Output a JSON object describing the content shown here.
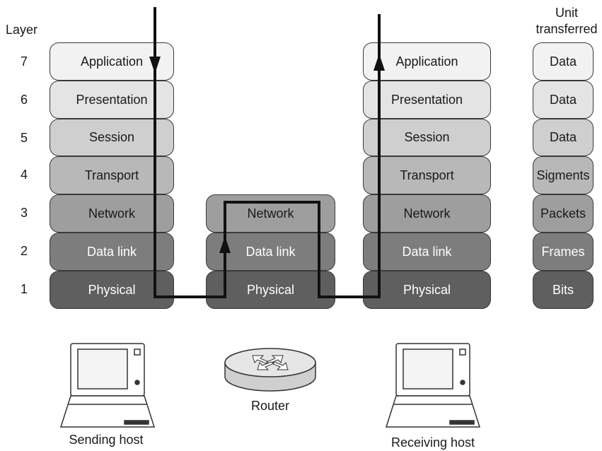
{
  "header": {
    "layer_label": "Layer",
    "unit_label_line1": "Unit",
    "unit_label_line2": "transferred"
  },
  "layer_numbers": [
    "7",
    "6",
    "5",
    "4",
    "3",
    "2",
    "1"
  ],
  "sending_stack": [
    "Application",
    "Presentation",
    "Session",
    "Transport",
    "Network",
    "Data link",
    "Physical"
  ],
  "router_stack": [
    "Network",
    "Data link",
    "Physical"
  ],
  "receiving_stack": [
    "Application",
    "Presentation",
    "Session",
    "Transport",
    "Network",
    "Data link",
    "Physical"
  ],
  "units": [
    "Data",
    "Data",
    "Data",
    "Sigments",
    "Packets",
    "Frames",
    "Bits"
  ],
  "devices": {
    "sending_host": "Sending host",
    "router": "Router",
    "receiving_host": "Receiving host"
  },
  "colors": {
    "layer7": "#f2f2f2",
    "layer6": "#e4e4e4",
    "layer5": "#cfcfcf",
    "layer4": "#b8b8b8",
    "layer3": "#9e9e9e",
    "layer2": "#7d7d7d",
    "layer1": "#5f5f5f",
    "path_line": "#111111"
  }
}
